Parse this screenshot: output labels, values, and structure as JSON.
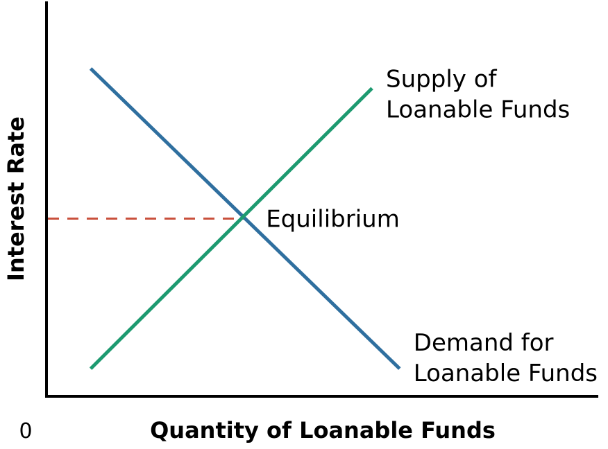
{
  "chart_data": {
    "type": "line",
    "title": "",
    "xlabel": "Quantity of Loanable Funds",
    "ylabel": "Interest Rate",
    "origin_label": "0",
    "grid": false,
    "xlim": [
      0,
      10
    ],
    "ylim": [
      0,
      10
    ],
    "series": [
      {
        "name": "Demand for Loanable Funds",
        "label_lines": [
          "Demand for",
          "Loanable Funds"
        ],
        "color": "#2f6f9f",
        "points": [
          [
            0.8,
            8.3
          ],
          [
            6.4,
            0.7
          ]
        ]
      },
      {
        "name": "Supply of Loanable Funds",
        "label_lines": [
          "Supply of",
          "Loanable Funds"
        ],
        "color": "#1d9a70",
        "points": [
          [
            0.8,
            0.7
          ],
          [
            5.9,
            7.8
          ]
        ]
      }
    ],
    "equilibrium": {
      "label": "Equilibrium",
      "x": 3.6,
      "y": 4.5,
      "guide_color": "#c9503c"
    }
  }
}
